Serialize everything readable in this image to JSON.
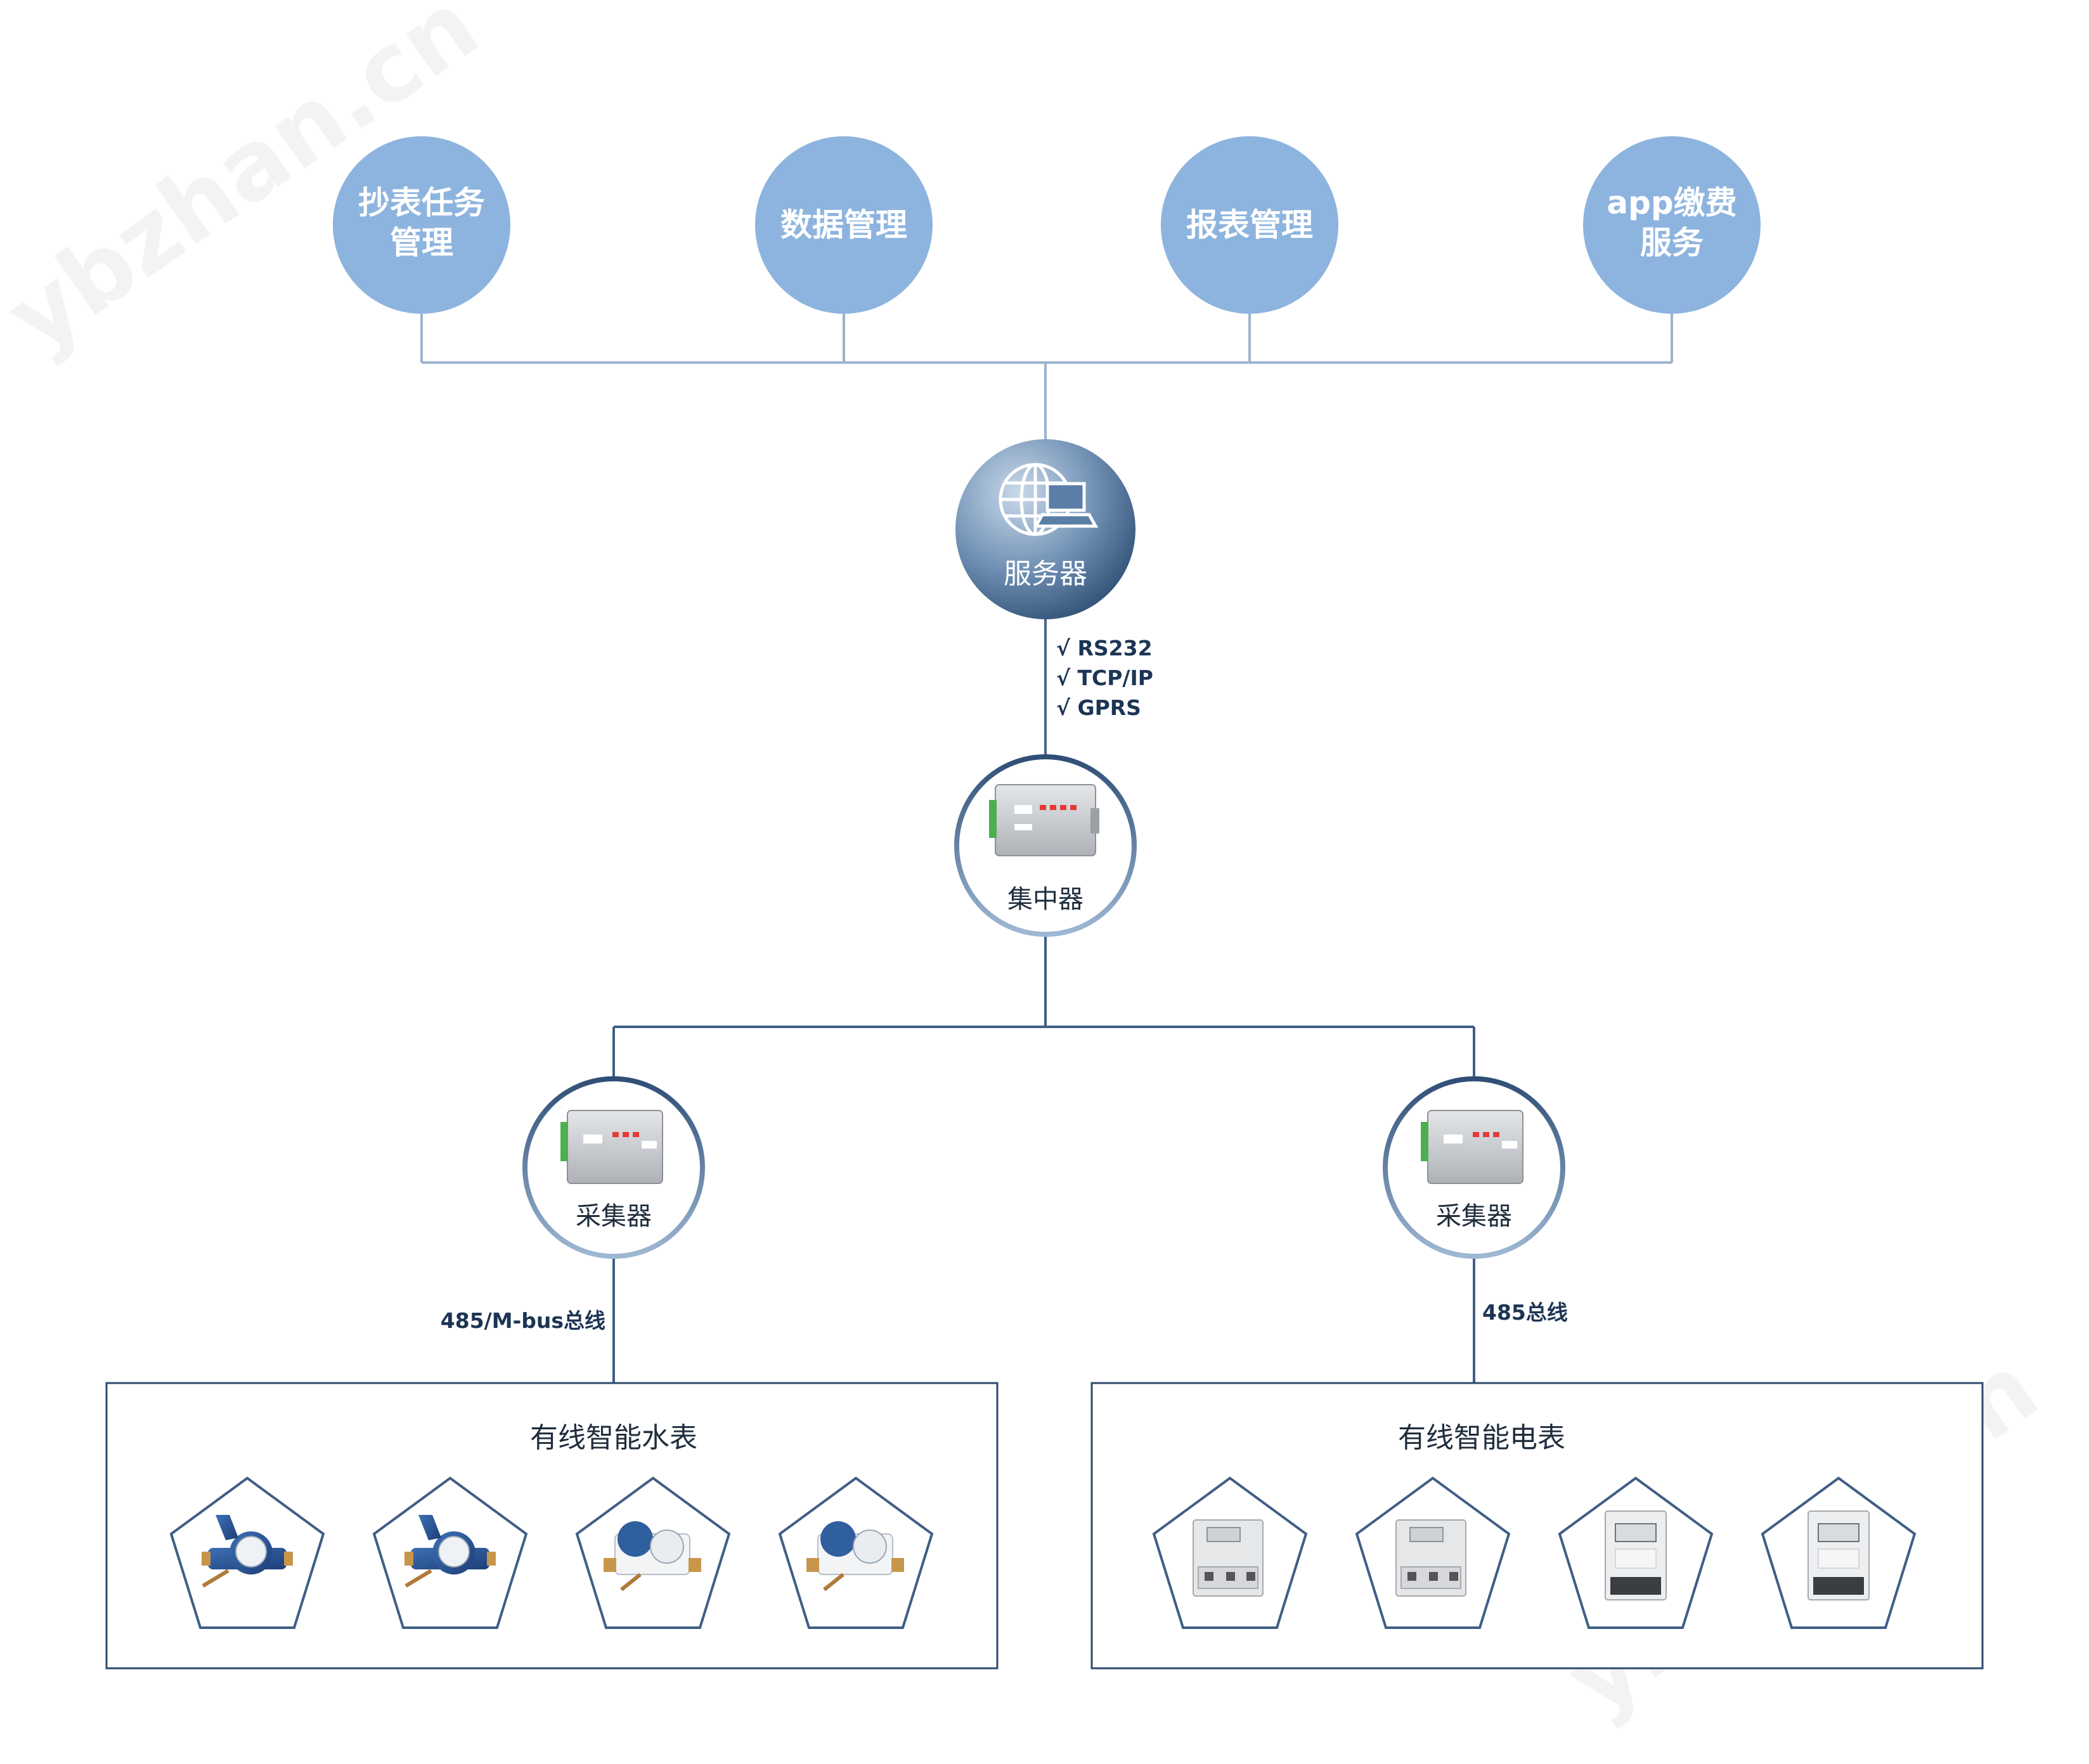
{
  "watermark": "ybzhan.cn",
  "functions": [
    {
      "line1": "抄表任务",
      "line2": "管理"
    },
    {
      "line1": "数据管理",
      "line2": ""
    },
    {
      "line1": "报表管理",
      "line2": ""
    },
    {
      "line1": "app缴费",
      "line2": "服务"
    }
  ],
  "server": {
    "label": "服务器",
    "icon": "globe-computer-icon"
  },
  "protocols": [
    "√ RS232",
    "√ TCP/IP",
    "√ GPRS"
  ],
  "concentrator": {
    "label": "集中器"
  },
  "collectors": [
    {
      "label": "采集器",
      "bus": "485/M-bus总线"
    },
    {
      "label": "采集器",
      "bus": "485总线"
    }
  ],
  "groups": [
    {
      "title": "有线智能水表",
      "devices": [
        "water-meter-icon",
        "water-meter-icon",
        "smart-water-meter-icon",
        "smart-water-meter-icon"
      ]
    },
    {
      "title": "有线智能电表",
      "devices": [
        "din-rail-electric-meter-icon",
        "din-rail-electric-meter-icon",
        "single-phase-electric-meter-icon",
        "single-phase-electric-meter-icon"
      ]
    }
  ],
  "colors": {
    "function_circle": "#8db4de",
    "line_light": "#9cb3cc",
    "line_dark": "#3f5f85",
    "text_dark": "#1d3554"
  }
}
